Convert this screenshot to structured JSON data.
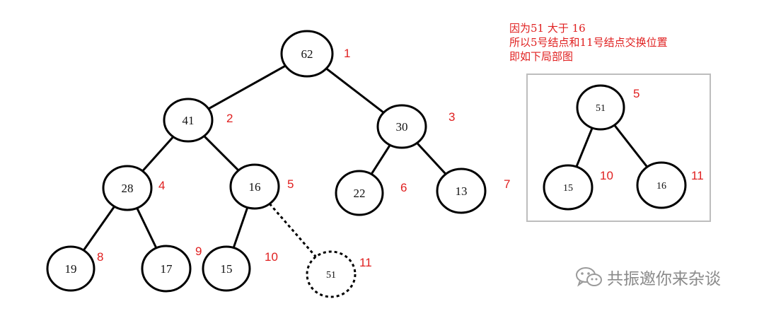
{
  "tree": {
    "nodes": [
      {
        "index": "1",
        "value": "62"
      },
      {
        "index": "2",
        "value": "41"
      },
      {
        "index": "3",
        "value": "30"
      },
      {
        "index": "4",
        "value": "28"
      },
      {
        "index": "5",
        "value": "16"
      },
      {
        "index": "6",
        "value": "22"
      },
      {
        "index": "7",
        "value": "13"
      },
      {
        "index": "8",
        "value": "19"
      },
      {
        "index": "9",
        "value": "17"
      },
      {
        "index": "10",
        "value": "15"
      },
      {
        "index": "11",
        "value": "51"
      }
    ],
    "edges": [
      {
        "from": "1",
        "to": "2"
      },
      {
        "from": "1",
        "to": "3"
      },
      {
        "from": "2",
        "to": "4"
      },
      {
        "from": "2",
        "to": "5"
      },
      {
        "from": "3",
        "to": "6"
      },
      {
        "from": "3",
        "to": "7"
      },
      {
        "from": "4",
        "to": "8"
      },
      {
        "from": "4",
        "to": "9"
      },
      {
        "from": "5",
        "to": "10"
      },
      {
        "from": "5",
        "to": "11",
        "style": "dotted"
      }
    ],
    "inserted_node": "11"
  },
  "note": {
    "lines": [
      "因为51  大于  16",
      "所以5号结点和11号结点交换位置",
      "即如下局部图"
    ]
  },
  "partial": {
    "nodes": [
      {
        "index": "5",
        "value": "51"
      },
      {
        "index": "10",
        "value": "15"
      },
      {
        "index": "11",
        "value": "16"
      }
    ],
    "edges": [
      {
        "from": "5",
        "to": "10"
      },
      {
        "from": "5",
        "to": "11"
      }
    ]
  },
  "watermark": {
    "text": "共振邀你来杂谈",
    "icon": "wechat-icon"
  },
  "colors": {
    "index_label": "#e02020",
    "node_stroke": "#000000",
    "box_border": "#bdbdbd",
    "watermark": "#8a8a8a"
  }
}
